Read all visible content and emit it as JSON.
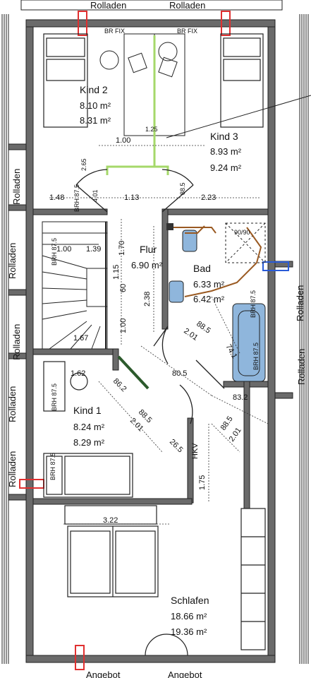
{
  "roof_labels": {
    "top_left": "Rolladen",
    "top_right": "Rolladen",
    "left_1": "Rolladen",
    "left_2": "Rolladen",
    "left_3": "Rolladen",
    "left_4": "Rolladen",
    "left_5": "Rolladen",
    "right_1": "Rolladen",
    "right_2": "Rolladen",
    "bottom_left": "Angebot",
    "bottom_right": "Angebot"
  },
  "window_labels": {
    "kind2": "BR FIX",
    "kind3": "BR FIX"
  },
  "rooms": {
    "kind2": {
      "name": "Kind 2",
      "area1": "8.10 m²",
      "area2": "8.31 m²"
    },
    "kind3": {
      "name": "Kind 3",
      "area1": "8.93 m²",
      "area2": "9.24 m²"
    },
    "flur": {
      "name": "Flur",
      "area1": "6.90 m²"
    },
    "bad": {
      "name": "Bad",
      "area1": "6.33 m²",
      "area2": "6.42 m²"
    },
    "kind1": {
      "name": "Kind 1",
      "area1": "8.24 m²",
      "area2": "8.29 m²"
    },
    "schlafen": {
      "name": "Schlafen",
      "area1": "18.66 m²",
      "area2": "19.36 m²"
    }
  },
  "dimensions": {
    "d_100_top": "1.00",
    "d_125": "1.25",
    "d_113": "1.13",
    "d_148": "1.48",
    "d_223": "2.23",
    "d_265": "2.65",
    "d_401": "4.01",
    "d_885a": "88.5",
    "d_100_flur": "1.00",
    "d_139": "1.39",
    "d_170": "1.70",
    "d_115": "1.15",
    "d_60": "60",
    "d_238": "2.38",
    "d_100_mid": "1.00",
    "d_167": "1.67",
    "d_885b": "88.5",
    "d_201a": "2.01",
    "d_741": "74.1",
    "d_805": "80.5",
    "d_162": "1.62",
    "d_865": "86.2",
    "d_885c": "88.5",
    "d_201b": "2.01",
    "d_265b": "26.5",
    "d_832": "83.2",
    "d_885d": "88.5",
    "d_201c": "2.01",
    "d_175": "1.75",
    "d_322": "3.22",
    "d_90": "90/90",
    "hkv": "HKV",
    "brh_k3": "BRH 87.5",
    "brh_flur": "BRH 87.5",
    "brh_bad": "BRH 87.5",
    "brh_bad2": "BRH 87.5",
    "brh_k1": "BRH 87.5",
    "brh_k1b": "BRH 87.5"
  },
  "colors": {
    "wall": "#6a6a6a",
    "wall_edge": "#222222",
    "fixture_blue": "#8fb6dc",
    "pipe_brown": "#9a5a22",
    "window_red": "#e03030",
    "window_blue": "#2a5bd7",
    "green_line": "#a5d86a"
  }
}
